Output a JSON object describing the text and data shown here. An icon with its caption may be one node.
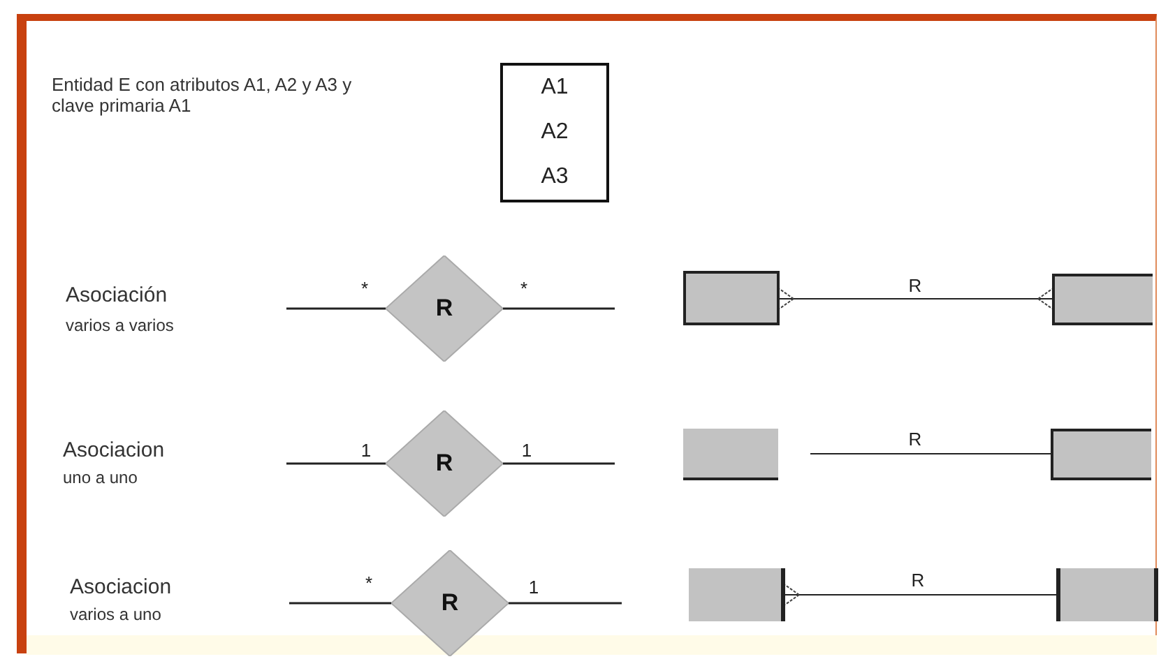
{
  "diagram": {
    "nodes": [
      {
        "text": [
          "A1",
          "A2",
          "A3"
        ]
      },
      {
        "text": [
          "R"
        ]
      },
      {
        "text": [],
        "shape": "box"
      },
      {
        "text": [],
        "shape": "box"
      },
      {
        "text": [
          "R"
        ]
      },
      {
        "text": [],
        "shape": "box"
      },
      {
        "text": [],
        "shape": "box"
      },
      {
        "text": [
          "R"
        ]
      },
      {
        "text": [],
        "shape": "box"
      },
      {
        "text": [],
        "shape": "box"
      }
    ],
    "edges": [
      {
        "from": null,
        "to": 1,
        "arrow": "none",
        "label": "*"
      },
      {
        "from": 1,
        "to": null,
        "arrow": "none",
        "label": "*"
      },
      {
        "from": 2,
        "to": 3,
        "arrow": "other",
        "label": "R"
      },
      {
        "from": null,
        "to": 4,
        "arrow": "none",
        "label": "1"
      },
      {
        "from": 4,
        "to": null,
        "arrow": "none",
        "label": "1"
      },
      {
        "from": 5,
        "to": 6,
        "arrow": "none",
        "label": "R"
      },
      {
        "from": null,
        "to": 7,
        "arrow": "none",
        "label": "*"
      },
      {
        "from": 7,
        "to": null,
        "arrow": "none",
        "label": "1"
      },
      {
        "from": 8,
        "to": 9,
        "arrow": "other",
        "label": "R"
      }
    ],
    "labels": [
      "Entidad E con atributos A1, A2 y A3 y clave primaria A1",
      "Asociación",
      "varios a varios",
      "Asociacion",
      "uno a uno",
      "Asociacion",
      "varios a uno"
    ]
  }
}
